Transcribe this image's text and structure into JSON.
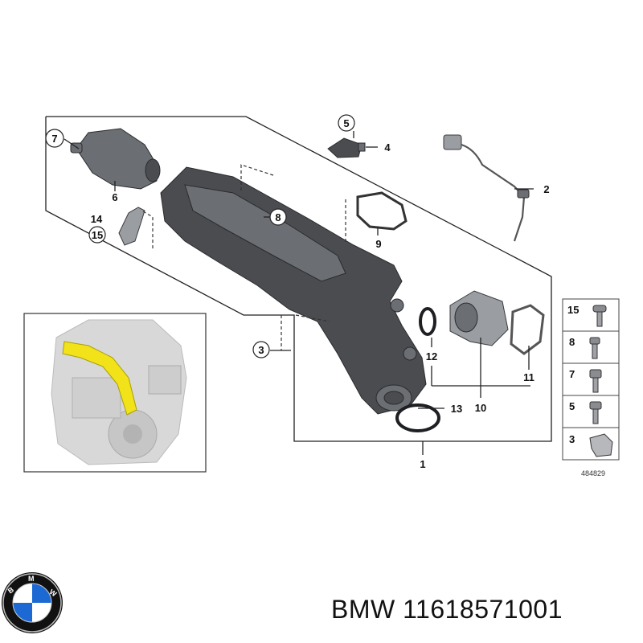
{
  "callouts": {
    "p1": "1",
    "p2": "2",
    "p3": "3",
    "p4": "4",
    "p5": "5",
    "p6": "6",
    "p7": "7",
    "p8": "8",
    "p9": "9",
    "p10": "10",
    "p11": "11",
    "p12": "12",
    "p13": "13",
    "p14": "14",
    "p15": "15"
  },
  "legend": {
    "items": [
      "15",
      "8",
      "7",
      "5",
      "3"
    ],
    "diagram_number": "484829"
  },
  "footer": {
    "brand": "BMW",
    "part_number": "11618571001"
  },
  "colors": {
    "part_dark": "#4a4c50",
    "highlight": "#f2e21a",
    "engine_gray": "#c8c8c8",
    "bmw_blue": "#1c69d4"
  }
}
